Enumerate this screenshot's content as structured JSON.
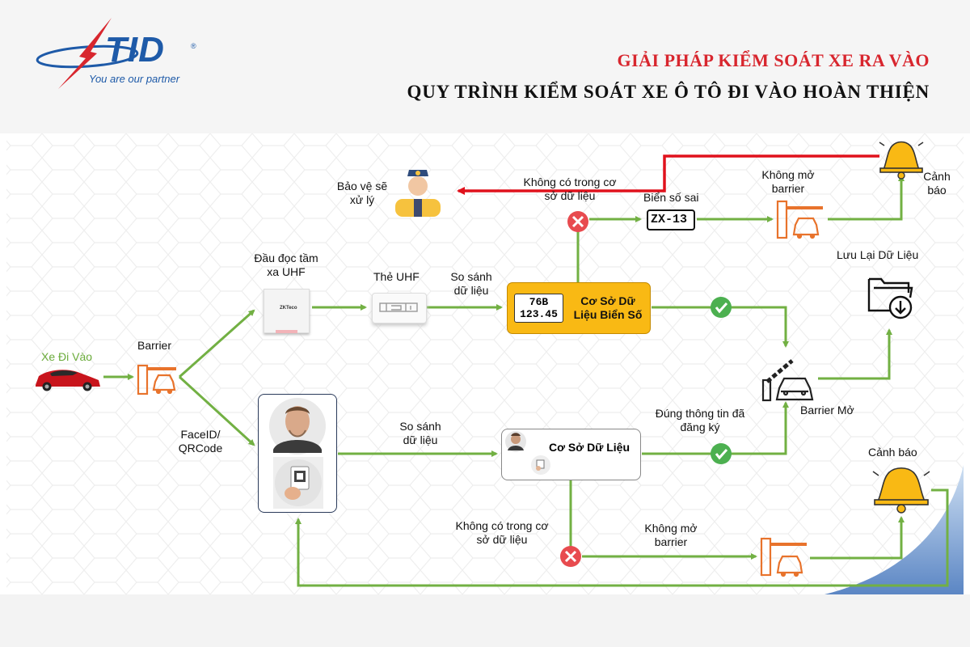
{
  "header": {
    "logo": "TID",
    "logo_registered": "®",
    "tagline": "You are our partner",
    "title": "GIẢI PHÁP KIỂM SOÁT XE RA VÀO",
    "subtitle": "QUY TRÌNH KIỂM SOÁT XE Ô TÔ ĐI VÀO HOÀN THIỆN"
  },
  "diagram": {
    "car_label": "Xe Đi Vào",
    "barrier_label": "Barrier",
    "uhf_reader_label": "Đầu đọc tầm xa UHF",
    "uhf_card_label": "Thẻ UHF",
    "compare_top": "So sánh dữ liệu",
    "plate_db": "Cơ Sở Dữ Liệu Biển Số",
    "plate_text": "76B 123.45",
    "not_in_db_top": "Không có trong cơ sở dữ liệu",
    "wrong_plate": "Biển số sai",
    "wrong_plate_text": "ZX-13",
    "no_open_top": "Không mở barrier",
    "alert_top": "Cảnh báo",
    "guard": "Bảo vệ sẽ xử lý",
    "save_data": "Lưu Lại Dữ Liệu",
    "barrier_open": "Barrier Mở",
    "faceid": "FaceID/ QRCode",
    "compare_bottom": "So sánh dữ liệu",
    "db_bottom": "Cơ Sở Dữ Liệu",
    "correct_info": "Đúng thông tin đã đăng ký",
    "alert_bottom": "Cảnh báo",
    "not_in_db_bottom": "Không có trong cơ sở dữ liệu",
    "no_open_bottom": "Không mở barrier"
  },
  "colors": {
    "flow_green": "#72b043",
    "alert_red": "#e0111c",
    "title_red": "#d8262e",
    "accent_yellow": "#f9b914",
    "brand_blue": "#1e5aa8",
    "barrier_orange": "#e8732c"
  }
}
